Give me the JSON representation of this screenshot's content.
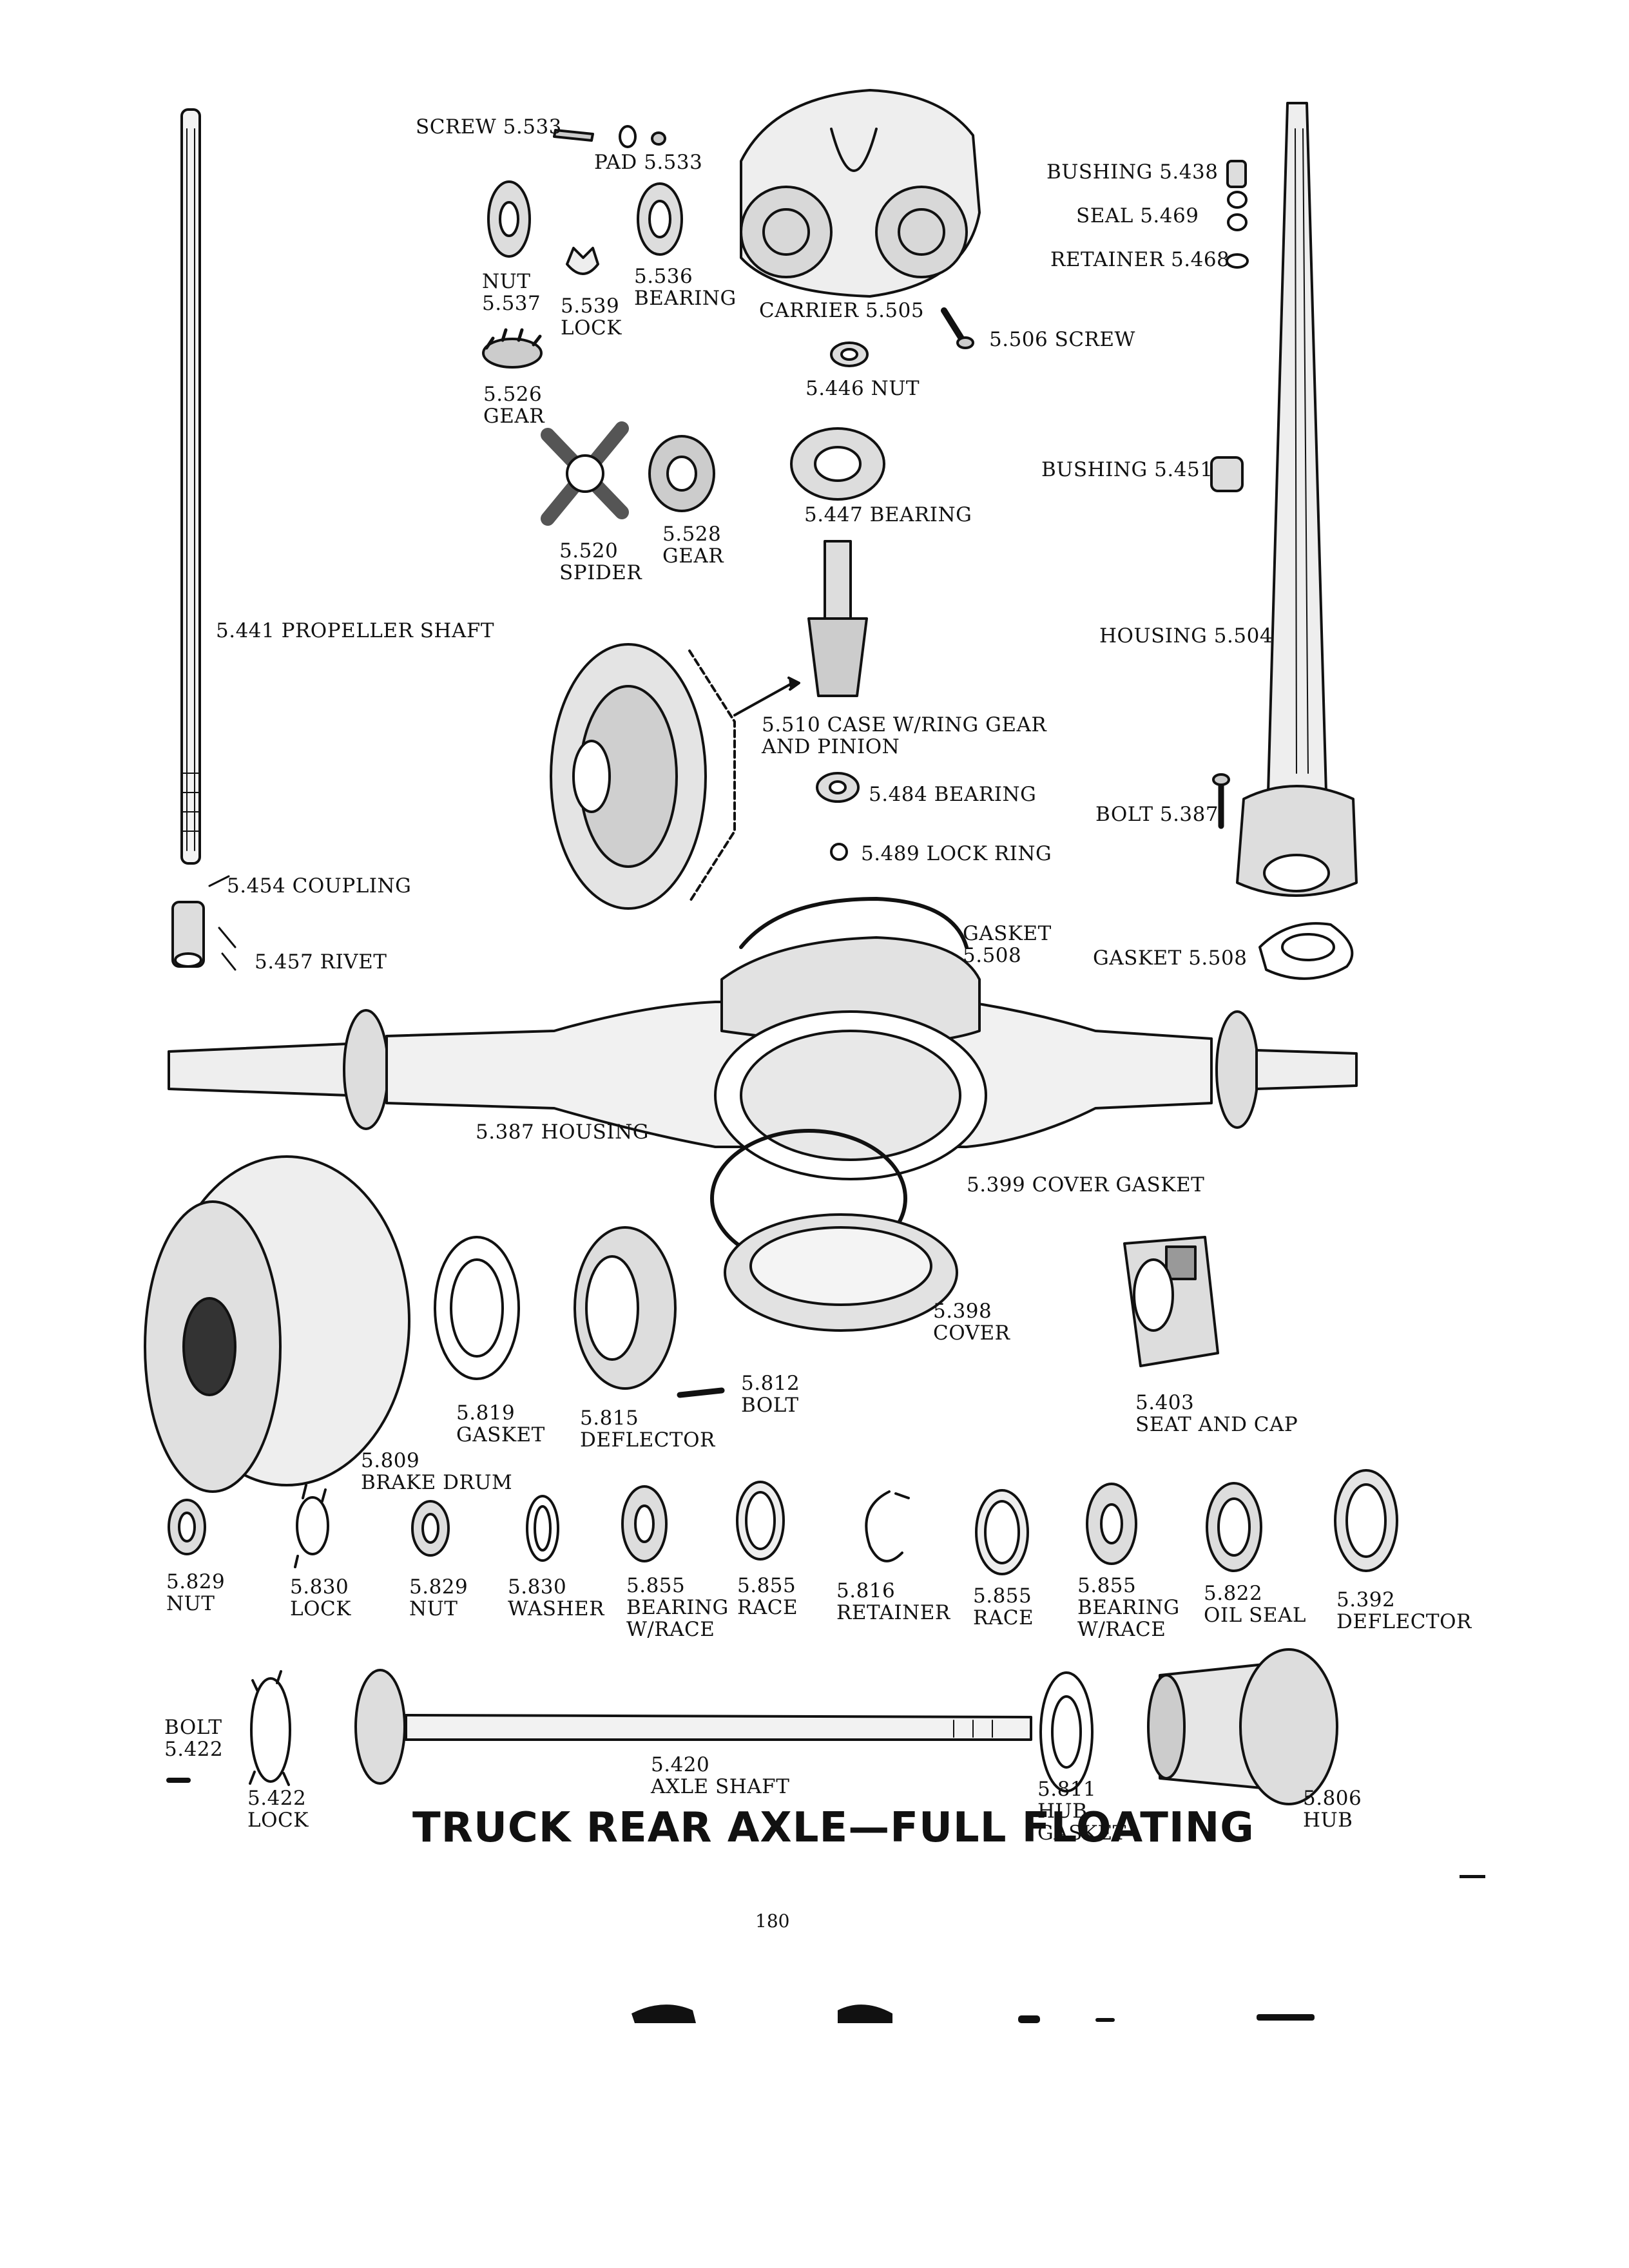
{
  "page": {
    "title": "TRUCK REAR AXLE—FULL FLOATING",
    "page_number": "180"
  },
  "labels": {
    "screw_5533": "SCREW 5.533",
    "pad_5533": "PAD 5.533",
    "nut_5537": "NUT\n5.537",
    "lock_5539": "5.539\nLOCK",
    "bearing_5536": "5.536\nBEARING",
    "carrier_5505": "CARRIER 5.505",
    "screw_5506": "5.506 SCREW",
    "nut_5446": "5.446 NUT",
    "gear_5526": "5.526\nGEAR",
    "spider_5520": "5.520\nSPIDER",
    "gear_5528": "5.528\nGEAR",
    "bearing_5447": "5.447 BEARING",
    "bushing_5438": "BUSHING 5.438",
    "seal_5469": "SEAL 5.469",
    "retainer_5468": "RETAINER 5.468",
    "bushing_5451": "BUSHING 5.451",
    "housing_5504": "HOUSING 5.504",
    "propeller_shaft_5441": "5.441 PROPELLER SHAFT",
    "case_5510": "5.510 CASE W/RING GEAR\nAND PINION",
    "bearing_5484": "5.484 BEARING",
    "lock_ring_5489": "5.489 LOCK RING",
    "bolt_5387": "BOLT 5.387",
    "coupling_5454": "5.454 COUPLING",
    "rivet_5457": "5.457 RIVET",
    "gasket_5508_top": "GASKET\n5.508",
    "gasket_5508_right": "GASKET 5.508",
    "housing_5387": "5.387 HOUSING",
    "cover_gasket_5399": "5.399 COVER GASKET",
    "cover_5398": "5.398\nCOVER",
    "gasket_5819": "5.819\nGASKET",
    "deflector_5815": "5.815\nDEFLECTOR",
    "bolt_5812": "5.812\nBOLT",
    "seat_cap_5403": "5.403\nSEAT AND CAP",
    "brake_drum_5809": "5.809\nBRAKE DRUM",
    "nut_5829_a": "5.829\nNUT",
    "lock_5830": "5.830\nLOCK",
    "nut_5829_b": "5.829\nNUT",
    "washer_5830": "5.830\nWASHER",
    "bearing_race_5855_a": "5.855\nBEARING\nW/RACE",
    "race_5855_a": "5.855\nRACE",
    "retainer_5816": "5.816\nRETAINER",
    "race_5855_b": "5.855\nRACE",
    "bearing_race_5855_b": "5.855\nBEARING\nW/RACE",
    "oil_seal_5822": "5.822\nOIL SEAL",
    "deflector_5392": "5.392\nDEFLECTOR",
    "bolt_5422": "BOLT\n5.422",
    "lock_5422": "5.422\nLOCK",
    "axle_shaft_5420": "5.420\nAXLE SHAFT",
    "hub_gasket_5811": "5.811\nHUB\nGASKET",
    "hub_5806": "5.806\nHUB"
  }
}
